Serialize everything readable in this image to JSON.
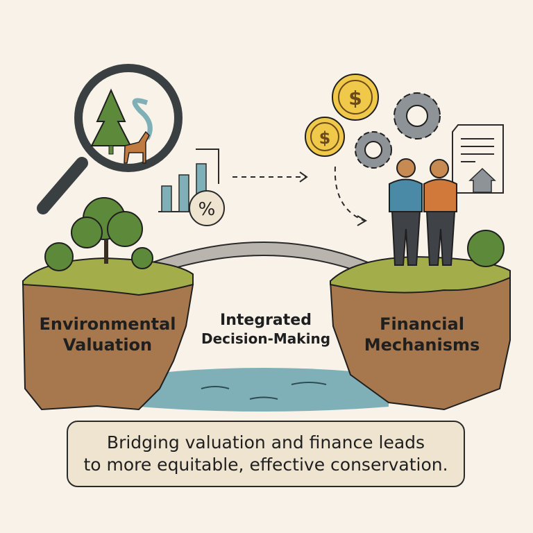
{
  "labels": {
    "left": [
      "Environmental",
      "Valuation"
    ],
    "center": [
      "Integrated",
      "Decision-Making"
    ],
    "right": [
      "Financial",
      "Mechanisms"
    ]
  },
  "caption": {
    "line1": "Bridging valuation and finance leads",
    "line2": "to more equitable, effective conservation."
  },
  "icons": {
    "magnifier": "magnifying-glass with tree, river, deer",
    "chart": "bar chart with percent badge",
    "percent_symbol": "%",
    "coins": "$",
    "gears": "gear pair",
    "document": "document with house",
    "people": "two people standing"
  },
  "colors": {
    "background": "#f8f2e8",
    "grass": "#a3ad4a",
    "soil": "#a7784d",
    "water": "#7fb0b8",
    "bridge": "#b9b5ae",
    "tree_green": "#5d8a3a",
    "coin": "#f0c84a",
    "gear": "#8e9398",
    "caption_bg": "#efe4d0"
  }
}
